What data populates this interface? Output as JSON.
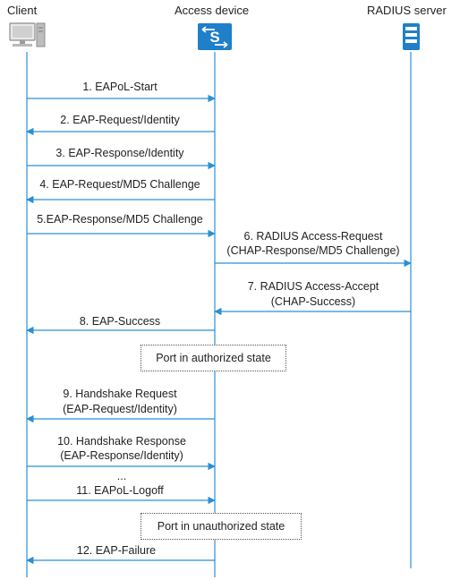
{
  "actors": {
    "client": "Client",
    "access_device": "Access device",
    "radius_server": "RADIUS server"
  },
  "colors": {
    "lifeline": "#2b8fd6",
    "arrow": "#2b8fd6",
    "device_blue": "#1f7fc9"
  },
  "icons": {
    "client": "computer-icon",
    "access_device": "switch-icon",
    "radius_server": "server-icon"
  },
  "messages": [
    {
      "lines": [
        "1. EAPoL-Start"
      ],
      "from": "client",
      "to": "access_device"
    },
    {
      "lines": [
        "2. EAP-Request/Identity"
      ],
      "from": "access_device",
      "to": "client"
    },
    {
      "lines": [
        "3. EAP-Response/Identity"
      ],
      "from": "client",
      "to": "access_device"
    },
    {
      "lines": [
        "4. EAP-Request/MD5 Challenge"
      ],
      "from": "access_device",
      "to": "client"
    },
    {
      "lines": [
        "5.EAP-Response/MD5 Challenge"
      ],
      "from": "client",
      "to": "access_device"
    },
    {
      "lines": [
        "6. RADIUS Access-Request",
        "(CHAP-Response/MD5 Challenge)"
      ],
      "from": "access_device",
      "to": "radius_server"
    },
    {
      "lines": [
        "7. RADIUS Access-Accept",
        "(CHAP-Success)"
      ],
      "from": "radius_server",
      "to": "access_device"
    },
    {
      "lines": [
        "8. EAP-Success"
      ],
      "from": "access_device",
      "to": "client"
    },
    {
      "lines": [
        "9. Handshake Request",
        "(EAP-Request/Identity)"
      ],
      "from": "access_device",
      "to": "client"
    },
    {
      "lines": [
        "10. Handshake Response",
        "(EAP-Response/Identity)"
      ],
      "from": "client",
      "to": "access_device"
    },
    {
      "lines": [
        "11. EAPoL-Logoff"
      ],
      "from": "client",
      "to": "access_device"
    },
    {
      "lines": [
        "12. EAP-Failure"
      ],
      "from": "access_device",
      "to": "client"
    }
  ],
  "ellipsis": "...",
  "states": {
    "authorized": "Port in authorized state",
    "unauthorized": "Port in unauthorized state"
  }
}
